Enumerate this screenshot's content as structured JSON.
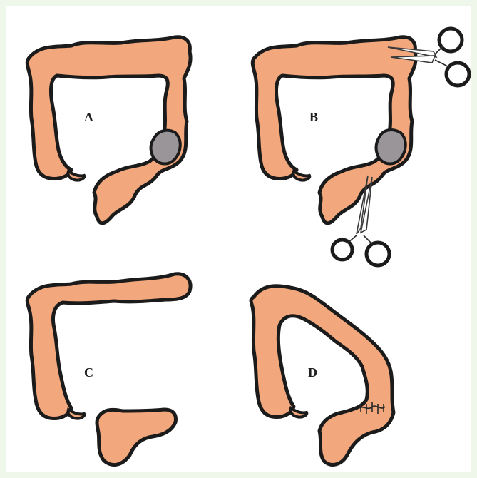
{
  "panels": [
    {
      "label": "A",
      "icon": "colon-with-tumor"
    },
    {
      "label": "B",
      "icon": "colon-clamped-scissors"
    },
    {
      "label": "C",
      "icon": "colon-resected"
    },
    {
      "label": "D",
      "icon": "colon-anastomosis"
    }
  ],
  "colors": {
    "tissue": "#f2a77c",
    "outline": "#1b1b1b",
    "tumor": "#9a9598",
    "background": "#eef7ea"
  }
}
